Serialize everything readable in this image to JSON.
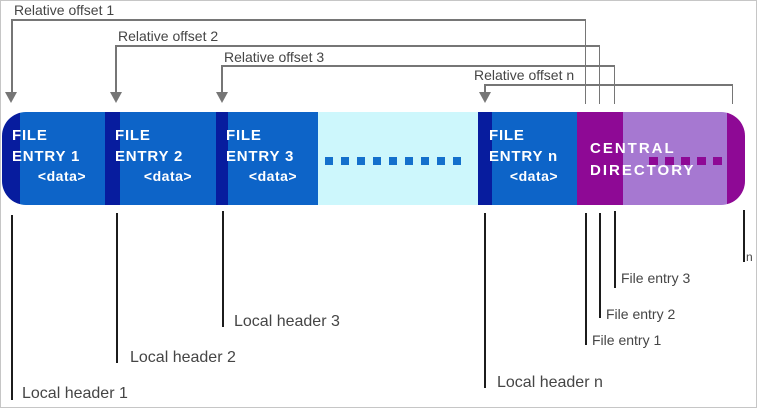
{
  "diagram_name": "ZIP file internal layout",
  "colors": {
    "local_header_navy": "#071C9E",
    "file_entry_blue": "#0D64C8",
    "gap_cyan": "#CDF7FC",
    "central_directory_magenta": "#8E0995",
    "central_directory_purple": "#A678D1",
    "callout_line_gray": "#767676",
    "callout_line_black": "#1C1C1C",
    "label_text_gray": "#454545",
    "bar_text_white": "#FFFFFF"
  },
  "top_callouts": [
    {
      "label": "Relative offset 1"
    },
    {
      "label": "Relative offset 2"
    },
    {
      "label": "Relative offset 3"
    },
    {
      "label": "Relative offset n"
    }
  ],
  "bar": {
    "entries": [
      {
        "line1": "FILE",
        "line2": "ENTRY 1",
        "data": "<data>"
      },
      {
        "line1": "FILE",
        "line2": "ENTRY 2",
        "data": "<data>"
      },
      {
        "line1": "FILE",
        "line2": "ENTRY 3",
        "data": "<data>"
      },
      {
        "line1": "FILE",
        "line2": "ENTRY n",
        "data": "<data>"
      }
    ],
    "central_directory": {
      "line1": "CENTRAL",
      "line2": "DIRECTORY"
    }
  },
  "bottom_callouts": [
    {
      "label": "Local header 1"
    },
    {
      "label": "Local header 2"
    },
    {
      "label": "Local header 3"
    },
    {
      "label": "Local header n"
    },
    {
      "label": "File entry 1"
    },
    {
      "label": "File entry 2"
    },
    {
      "label": "File entry 3"
    },
    {
      "label": "n"
    }
  ]
}
